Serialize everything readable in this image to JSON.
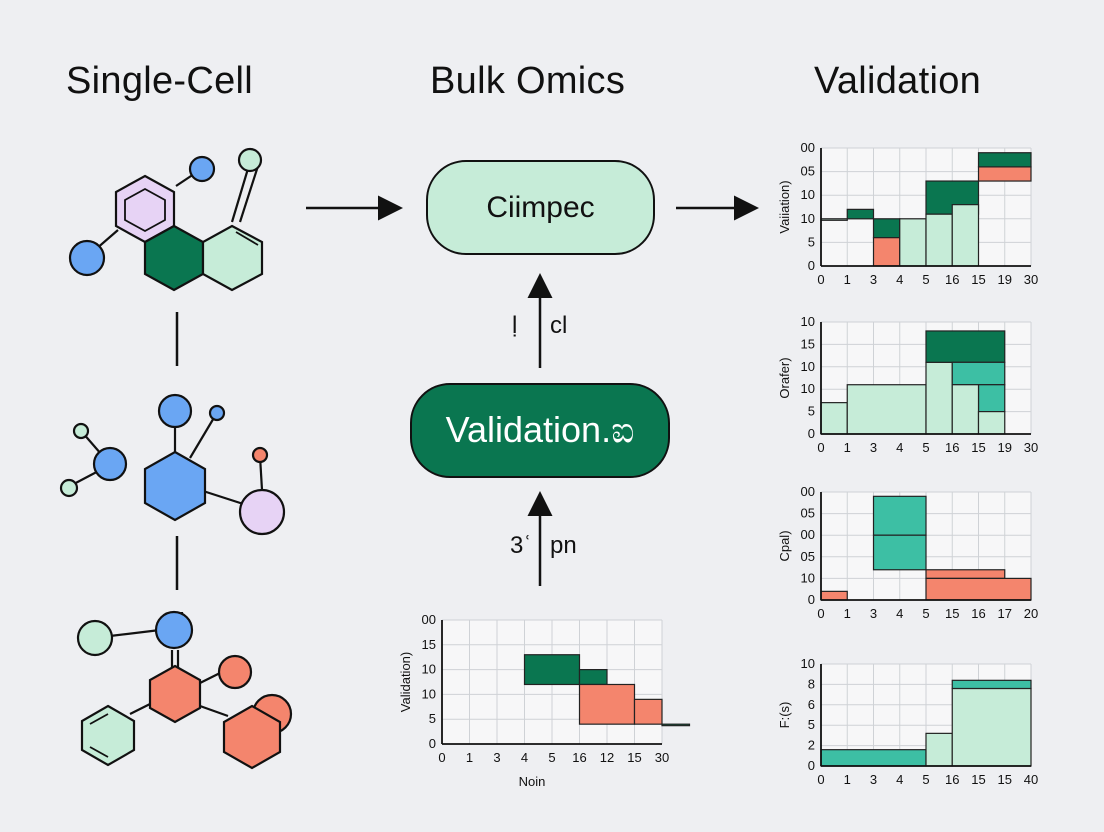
{
  "titles": {
    "single_cell": "Single-Cell",
    "bulk": "Bulk Omics",
    "validation": "Validation"
  },
  "nodes": {
    "top": "Ciimpec",
    "middle": "Validation.ಐ"
  },
  "edge_labels": {
    "upper_left": "ḷ",
    "upper_right": "cl",
    "lower_left": "3ʿ",
    "lower_right": "pn"
  },
  "colors": {
    "dark_green": "#0a7650",
    "light_green": "#c6ecd8",
    "teal": "#3dbfa4",
    "salmon": "#f4856d",
    "blue": "#6aa6f3",
    "lavender": "#e7d3f5"
  },
  "chart_data": [
    {
      "type": "bar",
      "ylabel": "Validation)",
      "xlabel": "Noin",
      "xticks": [
        "0",
        "1",
        "3",
        "4",
        "5",
        "16",
        "12",
        "15",
        "30"
      ],
      "yticks": [
        "0",
        "5",
        "10",
        "10",
        "15",
        "00"
      ],
      "segments": [
        {
          "x0": 3,
          "x1": 5,
          "y0": 12,
          "y1": 18,
          "color": "dark_green"
        },
        {
          "x0": 5,
          "x1": 6,
          "y0": 12,
          "y1": 15,
          "color": "dark_green"
        },
        {
          "x0": 5,
          "x1": 7,
          "y0": 4,
          "y1": 12,
          "color": "salmon"
        },
        {
          "x0": 7,
          "x1": 8,
          "y0": 4,
          "y1": 9,
          "color": "salmon"
        },
        {
          "x0": 8,
          "x1": 9,
          "y0": 4,
          "y1": 4,
          "color": "dark_green"
        }
      ]
    },
    {
      "type": "bar",
      "ylabel": "Vaiiation)",
      "xticks": [
        "0",
        "1",
        "3",
        "4",
        "5",
        "16",
        "15",
        "19",
        "30"
      ],
      "yticks": [
        "0",
        "5",
        "10",
        "10",
        "05",
        "00"
      ],
      "segments": [
        {
          "x0": 0,
          "x1": 1,
          "y0": 10,
          "y1": 10,
          "color": "light_green"
        },
        {
          "x0": 1,
          "x1": 2,
          "y0": 10,
          "y1": 12,
          "color": "dark_green"
        },
        {
          "x0": 2,
          "x1": 3,
          "y0": 6,
          "y1": 10,
          "color": "dark_green"
        },
        {
          "x0": 2,
          "x1": 3,
          "y0": 0,
          "y1": 6,
          "color": "salmon"
        },
        {
          "x0": 3,
          "x1": 4,
          "y0": 0,
          "y1": 10,
          "color": "light_green"
        },
        {
          "x0": 4,
          "x1": 5,
          "y0": 0,
          "y1": 11,
          "color": "light_green"
        },
        {
          "x0": 4,
          "x1": 6,
          "y0": 11,
          "y1": 18,
          "color": "dark_green"
        },
        {
          "x0": 5,
          "x1": 6,
          "y0": 0,
          "y1": 13,
          "color": "light_green"
        },
        {
          "x0": 6,
          "x1": 8,
          "y0": 18,
          "y1": 21,
          "color": "salmon"
        },
        {
          "x0": 6,
          "x1": 8,
          "y0": 21,
          "y1": 24,
          "color": "dark_green"
        }
      ]
    },
    {
      "type": "bar",
      "ylabel": "Orafer)",
      "xticks": [
        "0",
        "1",
        "3",
        "4",
        "5",
        "16",
        "15",
        "19",
        "30"
      ],
      "yticks": [
        "0",
        "5",
        "10",
        "10",
        "15",
        "10"
      ],
      "segments": [
        {
          "x0": 0,
          "x1": 1,
          "y0": 0,
          "y1": 7,
          "color": "light_green"
        },
        {
          "x0": 1,
          "x1": 4,
          "y0": 0,
          "y1": 11,
          "color": "light_green"
        },
        {
          "x0": 4,
          "x1": 5,
          "y0": 0,
          "y1": 16,
          "color": "light_green"
        },
        {
          "x0": 4,
          "x1": 7,
          "y0": 16,
          "y1": 23,
          "color": "dark_green"
        },
        {
          "x0": 5,
          "x1": 7,
          "y0": 11,
          "y1": 16,
          "color": "teal"
        },
        {
          "x0": 6,
          "x1": 7,
          "y0": 5,
          "y1": 11,
          "color": "teal"
        },
        {
          "x0": 5,
          "x1": 6,
          "y0": 0,
          "y1": 11,
          "color": "light_green"
        },
        {
          "x0": 6,
          "x1": 7,
          "y0": 0,
          "y1": 5,
          "color": "light_green"
        }
      ]
    },
    {
      "type": "bar",
      "ylabel": "Cpal)",
      "xticks": [
        "0",
        "1",
        "3",
        "4",
        "5",
        "15",
        "16",
        "17",
        "20"
      ],
      "yticks": [
        "0",
        "10",
        "05",
        "00",
        "05",
        "00"
      ],
      "segments": [
        {
          "x0": 0,
          "x1": 1,
          "y0": 0,
          "y1": 2,
          "color": "salmon"
        },
        {
          "x0": 2,
          "x1": 4,
          "y0": 15,
          "y1": 24,
          "color": "teal"
        },
        {
          "x0": 2,
          "x1": 4,
          "y0": 7,
          "y1": 15,
          "color": "teal"
        },
        {
          "x0": 4,
          "x1": 7,
          "y0": 5,
          "y1": 7,
          "color": "salmon"
        },
        {
          "x0": 4,
          "x1": 8,
          "y0": 0,
          "y1": 5,
          "color": "salmon"
        }
      ]
    },
    {
      "type": "bar",
      "ylabel": "F:(s)",
      "xticks": [
        "0",
        "1",
        "3",
        "4",
        "5",
        "16",
        "15",
        "15",
        "40"
      ],
      "yticks": [
        "0",
        "2",
        "5",
        "6",
        "8",
        "10"
      ],
      "segments": [
        {
          "x0": 0,
          "x1": 4,
          "y0": 0,
          "y1": 4,
          "color": "teal"
        },
        {
          "x0": 4,
          "x1": 5,
          "y0": 0,
          "y1": 8,
          "color": "light_green"
        },
        {
          "x0": 5,
          "x1": 8,
          "y0": 0,
          "y1": 19,
          "color": "light_green"
        },
        {
          "x0": 5,
          "x1": 8,
          "y0": 19,
          "y1": 21,
          "color": "teal"
        }
      ]
    }
  ]
}
